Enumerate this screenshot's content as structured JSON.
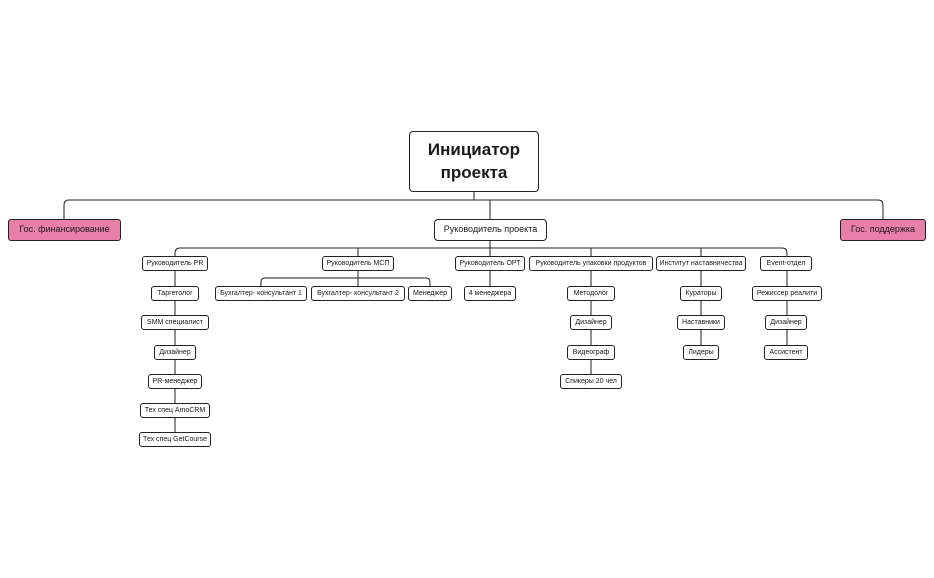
{
  "colors": {
    "line": "#222222",
    "box_border": "#222222",
    "highlight": "#e87fa8",
    "background": "#ffffff"
  },
  "root": {
    "label": "Инициатор проекта"
  },
  "left": {
    "label": "Гос. финансирование"
  },
  "right": {
    "label": "Гос. поддержка"
  },
  "manager": {
    "label": "Руководитель проекта"
  },
  "branches": [
    {
      "head": "Руководитель PR",
      "items": [
        "Таргетолог",
        "SMM специалист",
        "Дизайнер",
        "PR-менеджер",
        "Тех спец AmoCRM",
        "Тех спец GetCourse"
      ]
    },
    {
      "head": "Руководитель МСП",
      "items": [
        "Бухгалтер- консультант 1",
        "Бухгалтер- консультант 2",
        "Менеджер"
      ]
    },
    {
      "head": "Руководитель ОРТ",
      "items": [
        "4 менеджера"
      ]
    },
    {
      "head": "Руководитель упаковки продуктов",
      "items": [
        "Методолог",
        "Дизайнер",
        "Видеограф",
        "Спикеры 20 чел"
      ]
    },
    {
      "head": "Институт наставничества",
      "items": [
        "Кураторы",
        "Наставники",
        "Лидеры"
      ]
    },
    {
      "head": "Event-отдел",
      "items": [
        "Режиссер реалити",
        "Дизайнер",
        "Ассистент"
      ]
    }
  ]
}
